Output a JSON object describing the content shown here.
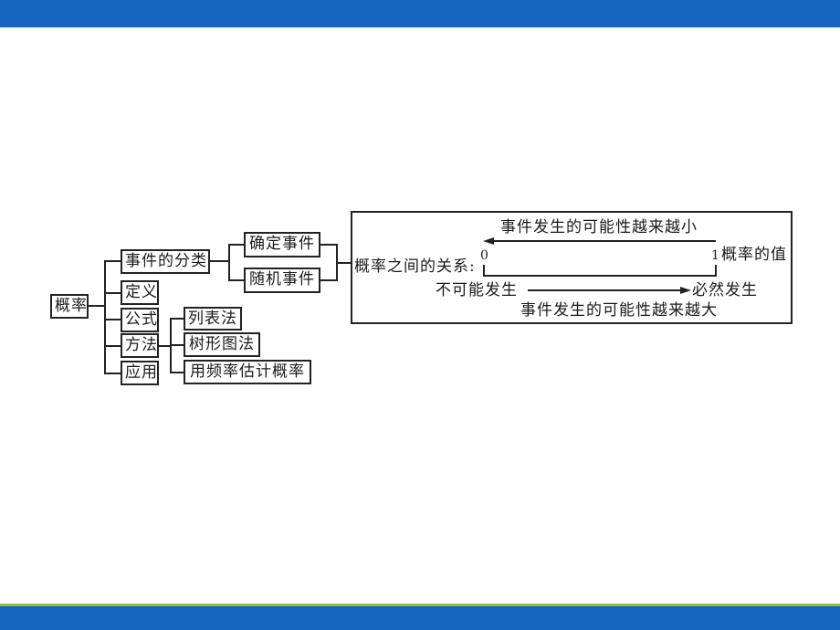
{
  "colors": {
    "bar_blue": "#1565c0",
    "accent_green": "#8fbf5a",
    "line": "#222222"
  },
  "root": {
    "label": "概率"
  },
  "branches": [
    {
      "label": "事件的分类"
    },
    {
      "label": "定义"
    },
    {
      "label": "公式"
    },
    {
      "label": "方法"
    },
    {
      "label": "应用"
    }
  ],
  "classification": [
    {
      "label": "确定事件"
    },
    {
      "label": "随机事件"
    }
  ],
  "methods": [
    {
      "label": "列表法"
    },
    {
      "label": "树形图法"
    },
    {
      "label": "用频率估计概率"
    }
  ],
  "relation": {
    "label": "概率之间的关系:",
    "top_text": "事件发生的可能性越来越小",
    "zero": "0",
    "one": "1",
    "value_label": "概率的值",
    "impossible": "不可能发生",
    "certain": "必然发生",
    "bottom_text": "事件发生的可能性越来越大"
  }
}
